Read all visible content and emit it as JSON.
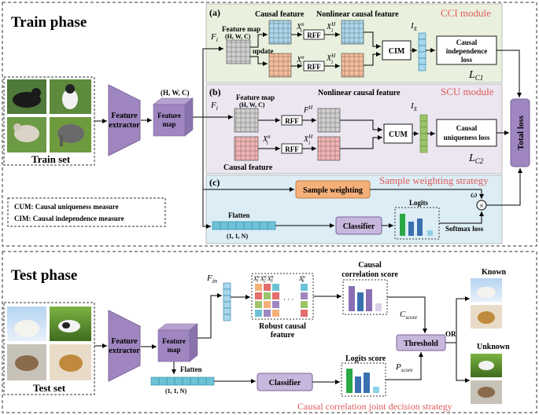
{
  "train": {
    "title": "Train phase",
    "train_set": "Train set",
    "extractor": [
      "Feature",
      "extractor"
    ],
    "fm_shape": "(H, W, C)",
    "fm": [
      "Feature",
      "map"
    ],
    "legend": {
      "cum": "CUM: Causal uniqueness measure",
      "cim": "CIM: Causal independence measure"
    }
  },
  "cci": {
    "panel": "(a)",
    "module": "CCI module",
    "fm": "Feature map",
    "fm_shape": "(H, W, C)",
    "fi": "F",
    "fi_sub": "i",
    "causal_feature": "Causal feature",
    "nonlinear": "Nonlinear causal feature",
    "update": "update",
    "x": "X",
    "x_sup_n": "n",
    "x_sub_i": "i",
    "x_sup_h": "H",
    "rff": "RFF",
    "cim": "CIM",
    "ivar": "I",
    "ivar_sub": "X",
    "loss": [
      "Causal",
      "independence",
      "loss"
    ],
    "l": "L",
    "l_sub": "C1"
  },
  "scu": {
    "panel": "(b)",
    "module": "SCU module",
    "fm": "Feature map",
    "fm_shape": "(H, W, C)",
    "fi": "F",
    "fi_sub": "i",
    "nonlinear": "Nonlinear causal feature",
    "fh": "F",
    "fh_sup": "H",
    "x": "X",
    "x_sup_n": "n",
    "x_sub_i": "i",
    "x_sup_h": "H",
    "rff": "RFF",
    "cum": "CUM",
    "ivar": "I",
    "loss": [
      "Causal",
      "uniqueness loss"
    ],
    "l": "L",
    "l_sub": "C2",
    "causal_feature": "Causal feature"
  },
  "sws": {
    "panel": "(c)",
    "strategy": "Sample weighting strategy",
    "sample_weighting": "Sample weighting",
    "omega": "ω",
    "flatten": "Flatten",
    "shape": "(1, 1, N)",
    "classifier": "Classifier",
    "logits": "Logits",
    "softmax": "Softmax loss",
    "total": "Total loss"
  },
  "test": {
    "title": "Test phase",
    "test_set": "Test set",
    "extractor": [
      "Feature",
      "extractor"
    ],
    "fm": [
      "Feature",
      "map"
    ],
    "fin": "F",
    "fin_sub": "in",
    "robust": [
      "Robust causal",
      "feature"
    ],
    "ccs": [
      "Causal",
      "correlation score"
    ],
    "cscore": "C",
    "cscore_sub": "score",
    "threshold": "Threshold",
    "or": "OR",
    "known": "Known",
    "unknown": "Unknown",
    "flatten": "Flatten",
    "shape": "(1, 1, N)",
    "classifier": "Classifier",
    "logits_score": "Logits score",
    "pscore": "P",
    "pscore_sub": "score",
    "strategy": "Causal correlation joint decision strategy",
    "dots": "· · ·",
    "x1": "X",
    "x1_sub": "1",
    "x2": "X",
    "x2_sub": "2",
    "x3": "X",
    "x3_sub": "3",
    "xk": "X",
    "xk_sub": "k",
    "xn": "n"
  },
  "colors": {
    "green_panel": "#e9f1de",
    "purple_panel": "#ece6f0",
    "blue_panel": "#dcedf5",
    "purple": "#9f86c0",
    "teal": "#6cc3d6",
    "orange_box": "#f5b07a",
    "red_title": "#e05a5a"
  }
}
